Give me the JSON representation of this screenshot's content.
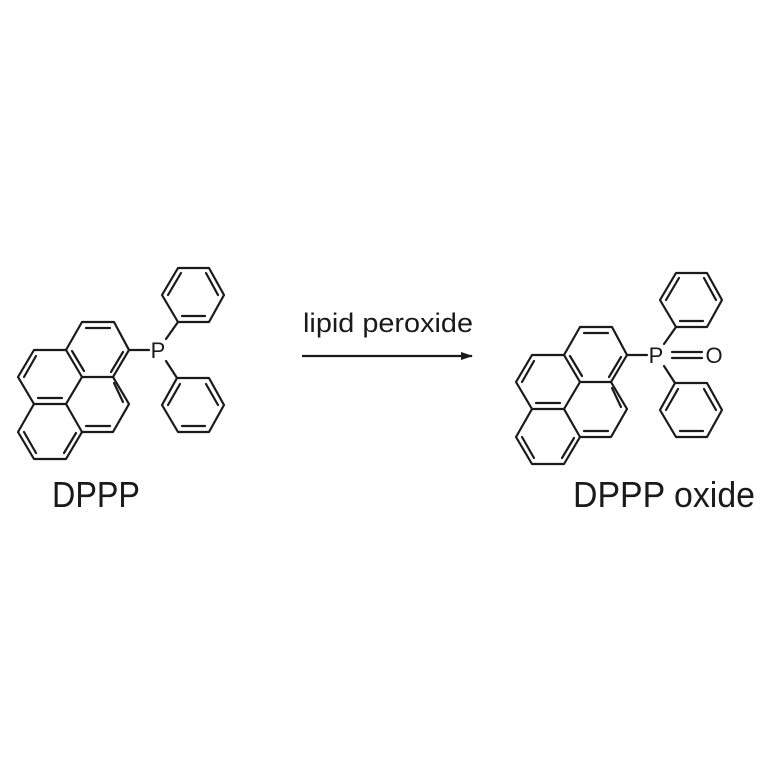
{
  "reaction": {
    "reagent_label": "lipid peroxide",
    "arrow_direction": "right",
    "reactant": {
      "name": "DPPP",
      "atoms": {
        "phosphorus": "P"
      }
    },
    "product": {
      "name": "DPPP oxide",
      "atoms": {
        "phosphorus": "P",
        "oxygen": "O"
      }
    }
  },
  "colors": {
    "line": "#1a1a1a",
    "background": "#ffffff"
  }
}
